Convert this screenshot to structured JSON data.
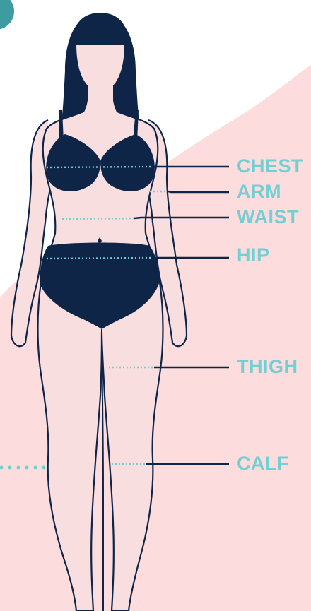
{
  "labels": {
    "chest": "CHEST",
    "arm": "ARM",
    "waist": "WAIST",
    "hip": "HIP",
    "thigh": "THIGH",
    "calf": "CALF"
  },
  "colors": {
    "background": "#ffffff",
    "backdrop": "#fcdcdc",
    "skin": "#f8dede",
    "outline": "#0e2548",
    "garment": "#0e2548",
    "hair": "#0e2548",
    "measure_dots": "#6fcfd3",
    "label_text": "#74cfd3",
    "badge": "#3d9c9f"
  },
  "icons": {
    "corner_badge": "teal-circle-icon"
  }
}
